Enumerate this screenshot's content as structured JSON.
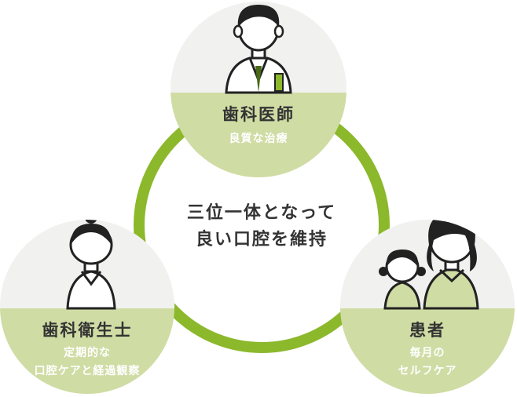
{
  "center_text": {
    "line1": "三位一体となって",
    "line2": "良い口腔を維持"
  },
  "nodes": {
    "dentist": {
      "title": "歯科医師",
      "sub_line1": "良質な治療"
    },
    "hygienist": {
      "title": "歯科衛生士",
      "sub_line1": "定期的な",
      "sub_line2": "口腔ケアと経過観察"
    },
    "patient": {
      "title": "患者",
      "sub_line1": "毎月の",
      "sub_line2": "セルフケア"
    }
  },
  "colors": {
    "ring": "#8cb82c",
    "circle_top": "#f1f2f0",
    "circle_bottom": "#cfdca4",
    "subtitle": "#ffffff",
    "text": "#333333"
  },
  "icons": [
    "dentist-illustration",
    "hygienist-illustration",
    "mother-child-illustration"
  ]
}
